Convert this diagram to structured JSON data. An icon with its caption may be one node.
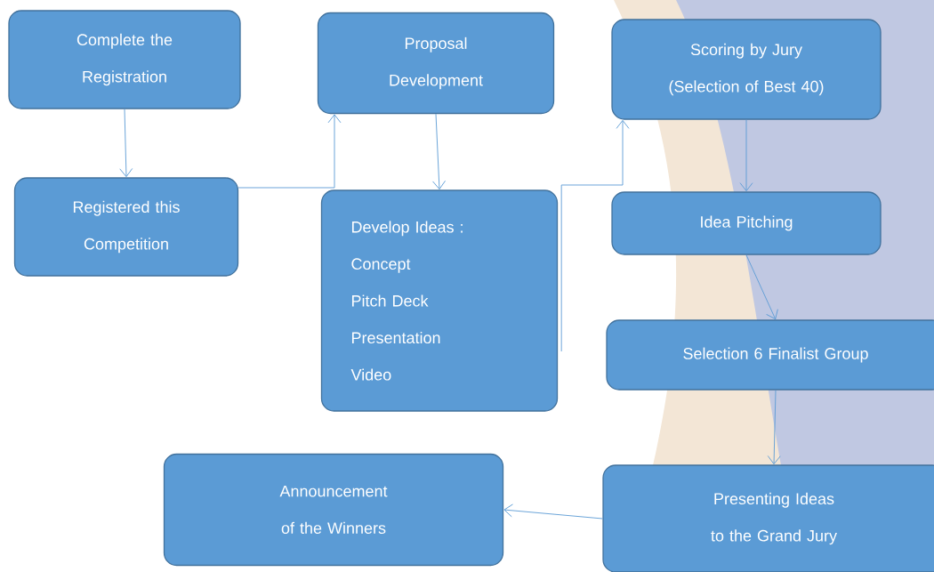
{
  "diagram": {
    "nodes": [
      {
        "text": [
          "Complete the Registration"
        ]
      },
      {
        "text": [
          "Registered this Competition"
        ]
      },
      {
        "text": [
          "Proposal Development"
        ]
      },
      {
        "text": [
          "Develop Ideas :",
          "Concept",
          "Pitch Deck",
          "Presentation",
          "Video"
        ]
      },
      {
        "text": [
          "Scoring by Jury (Selection of Best 40)"
        ]
      },
      {
        "text": [
          "Idea Pitching"
        ]
      },
      {
        "text": [
          "Selection 6 Finalist Group"
        ]
      },
      {
        "text": [
          "Presenting Ideas to the Grand Jury"
        ]
      },
      {
        "text": [
          "Announcement of the Winners"
        ]
      }
    ],
    "edges": [
      {
        "from": 0,
        "to": 1,
        "arrow": "to"
      },
      {
        "from": 1,
        "to": 2,
        "arrow": "to"
      },
      {
        "from": 2,
        "to": 3,
        "arrow": "to"
      },
      {
        "from": 3,
        "to": 4,
        "arrow": "to"
      },
      {
        "from": 4,
        "to": 5,
        "arrow": "to"
      },
      {
        "from": 5,
        "to": 6,
        "arrow": "to"
      },
      {
        "from": 6,
        "to": 7,
        "arrow": "to"
      },
      {
        "from": 7,
        "to": 8,
        "arrow": "to"
      }
    ]
  }
}
